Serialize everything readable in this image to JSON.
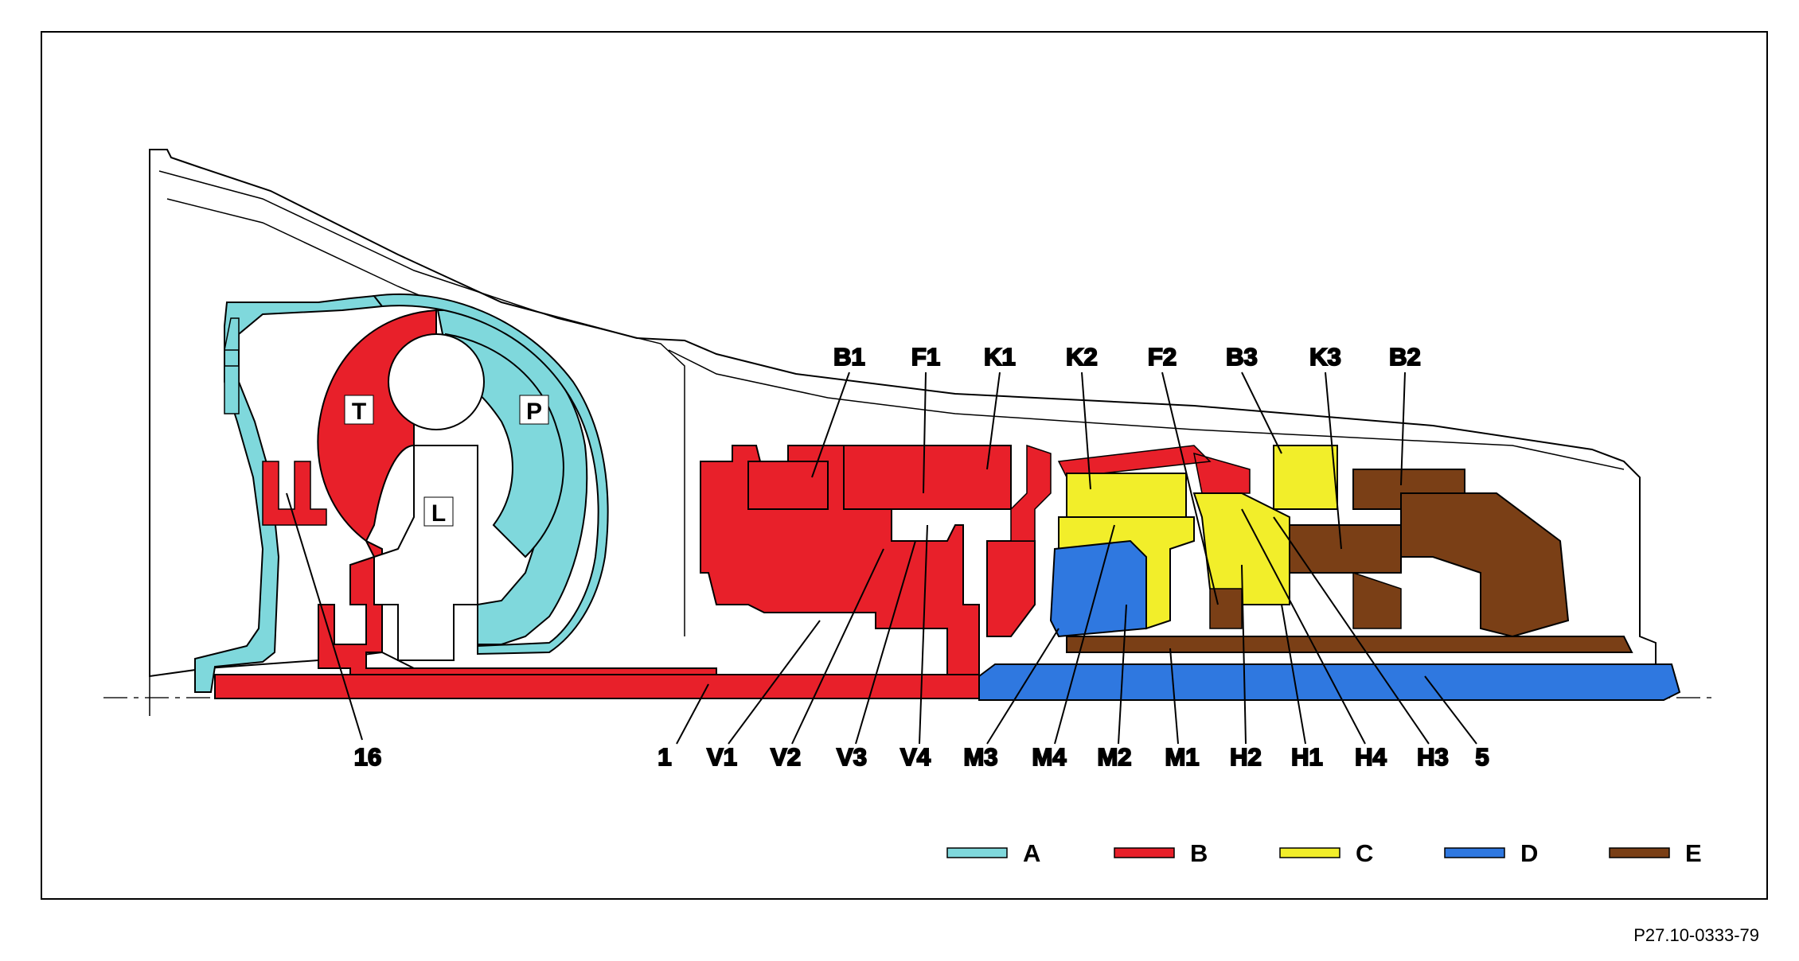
{
  "colors": {
    "A": "#7fd8dc",
    "B": "#e8202a",
    "C": "#f2ee2a",
    "D": "#2f78e0",
    "E": "#7a3f16",
    "housing_fill": "#ffffff",
    "line": "#000000"
  },
  "section_labels": {
    "turbine": "T",
    "pump": "P",
    "stator": "L"
  },
  "top_labels": [
    {
      "id": "B1",
      "text": "B1"
    },
    {
      "id": "F1",
      "text": "F1"
    },
    {
      "id": "K1",
      "text": "K1"
    },
    {
      "id": "K2",
      "text": "K2"
    },
    {
      "id": "F2",
      "text": "F2"
    },
    {
      "id": "B3",
      "text": "B3"
    },
    {
      "id": "K3",
      "text": "K3"
    },
    {
      "id": "B2",
      "text": "B2"
    }
  ],
  "bottom_labels": [
    {
      "id": "16",
      "text": "16"
    },
    {
      "id": "1",
      "text": "1"
    },
    {
      "id": "V1",
      "text": "V1"
    },
    {
      "id": "V2",
      "text": "V2"
    },
    {
      "id": "V3",
      "text": "V3"
    },
    {
      "id": "V4",
      "text": "V4"
    },
    {
      "id": "M3",
      "text": "M3"
    },
    {
      "id": "M4",
      "text": "M4"
    },
    {
      "id": "M2",
      "text": "M2"
    },
    {
      "id": "M1",
      "text": "M1"
    },
    {
      "id": "H2",
      "text": "H2"
    },
    {
      "id": "H1",
      "text": "H1"
    },
    {
      "id": "H4",
      "text": "H4"
    },
    {
      "id": "H3",
      "text": "H3"
    },
    {
      "id": "5",
      "text": "5"
    }
  ],
  "legend": [
    {
      "key": "A",
      "label": "A"
    },
    {
      "key": "B",
      "label": "B"
    },
    {
      "key": "C",
      "label": "C"
    },
    {
      "key": "D",
      "label": "D"
    },
    {
      "key": "E",
      "label": "E"
    }
  ],
  "figure_id": "P27.10-0333-79"
}
